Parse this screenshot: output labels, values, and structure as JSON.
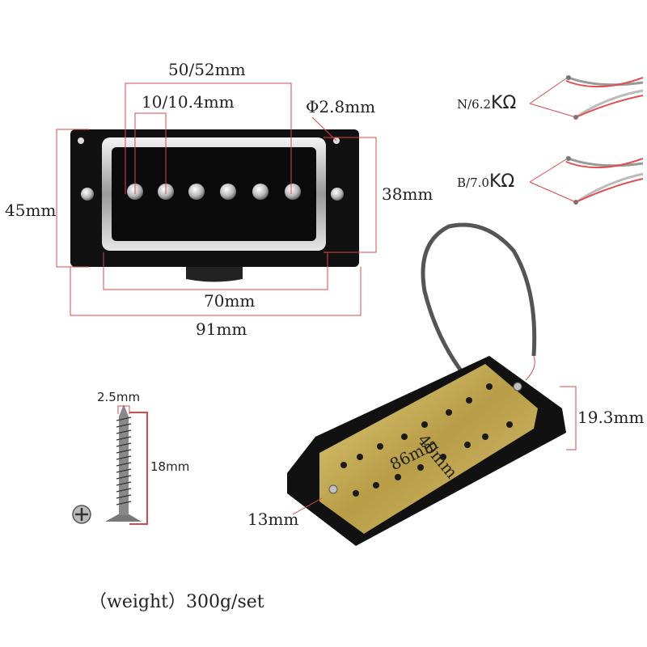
{
  "dimensions": {
    "top_width": "50/52mm",
    "pole_spacing": "10/10.4mm",
    "mount_hole": "Φ2.8mm",
    "frame_height": "45mm",
    "cover_height": "38mm",
    "inner_width": "70mm",
    "overall_width": "91mm",
    "screw_diameter": "2.5mm",
    "screw_length": "18mm",
    "cover_depth": "19.3mm",
    "base_length": "86mm",
    "base_width": "40mm",
    "lead_offset": "13mm"
  },
  "resistance": {
    "neck": "N/6.2",
    "bridge": "B/7.0",
    "unit": "KΩ"
  },
  "weight_note": "（weight）300g/set",
  "colors": {
    "dimension_line": "#d84a4a",
    "frame": "#111111",
    "chrome": "#c8c8c8",
    "baseplate": "#c9b35a"
  }
}
